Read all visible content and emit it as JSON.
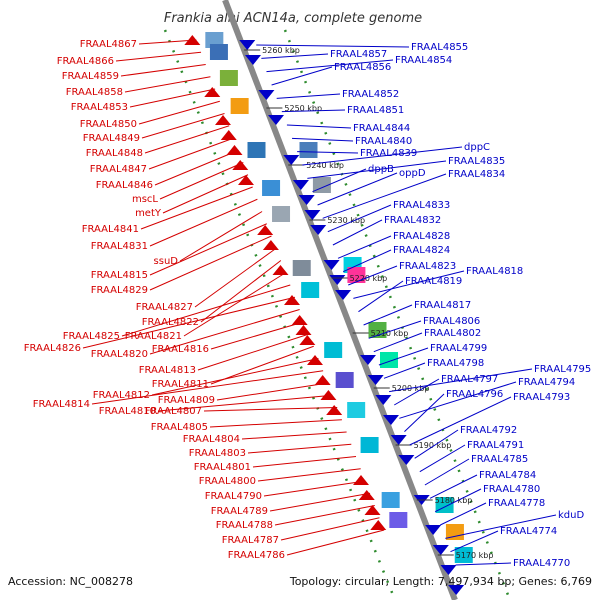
{
  "header": {
    "title": "Frankia alni ACN14a, complete genome"
  },
  "footer": {
    "accession": "Accession: NC_008278",
    "summary": "Topology: circular; Length: 7,497,934 bp; Genes: 6,769"
  },
  "colors": {
    "forward": "#d40000",
    "reverse": "#0000c8",
    "axis": "#888888",
    "ticks": "#2e8b2e"
  },
  "ticks": [
    "5260 kbp",
    "5250 kbp",
    "5240 kbp",
    "5230 kbp",
    "5220 kbp",
    "5210 kbp",
    "5200 kbp",
    "5190 kbp",
    "5180 kbp",
    "5170 kbp"
  ],
  "left_labels": [
    "FRAAL4867",
    "FRAAL4866",
    "FRAAL4859",
    "FRAAL4858",
    "FRAAL4853",
    "FRAAL4850",
    "FRAAL4849",
    "FRAAL4848",
    "FRAAL4847",
    "FRAAL4846",
    "mscL",
    "metY",
    "FRAAL4841",
    "FRAAL4831",
    "ssuD",
    "FRAAL4815",
    "FRAAL4829",
    "FRAAL4827",
    "FRAAL4822",
    "FRAAL4821",
    "FRAAL4825",
    "FRAAL4826",
    "FRAAL4820",
    "FRAAL4816",
    "FRAAL4813",
    "FRAAL4811",
    "FRAAL4812",
    "FRAAL4814",
    "FRAAL4809",
    "FRAAL4810",
    "FRAAL4807",
    "FRAAL4805",
    "FRAAL4804",
    "FRAAL4803",
    "FRAAL4801",
    "FRAAL4800",
    "FRAAL4790",
    "FRAAL4789",
    "FRAAL4788",
    "FRAAL4787",
    "FRAAL4786"
  ],
  "right_labels": [
    "FRAAL4855",
    "FRAAL4857",
    "FRAAL4854",
    "FRAAL4856",
    "FRAAL4852",
    "FRAAL4851",
    "FRAAL4844",
    "FRAAL4840",
    "FRAAL4839",
    "dppC",
    "FRAAL4835",
    "dppB",
    "oppD",
    "FRAAL4834",
    "FRAAL4833",
    "FRAAL4832",
    "FRAAL4828",
    "FRAAL4824",
    "FRAAL4823",
    "FRAAL4818",
    "FRAAL4819",
    "FRAAL4817",
    "FRAAL4806",
    "FRAAL4802",
    "FRAAL4799",
    "FRAAL4798",
    "FRAAL4795",
    "FRAAL4797",
    "FRAAL4794",
    "FRAAL4796",
    "FRAAL4793",
    "FRAAL4792",
    "FRAAL4791",
    "FRAAL4785",
    "FRAAL4784",
    "FRAAL4780",
    "FRAAL4778",
    "kduD",
    "FRAAL4774",
    "FRAAL4770"
  ]
}
